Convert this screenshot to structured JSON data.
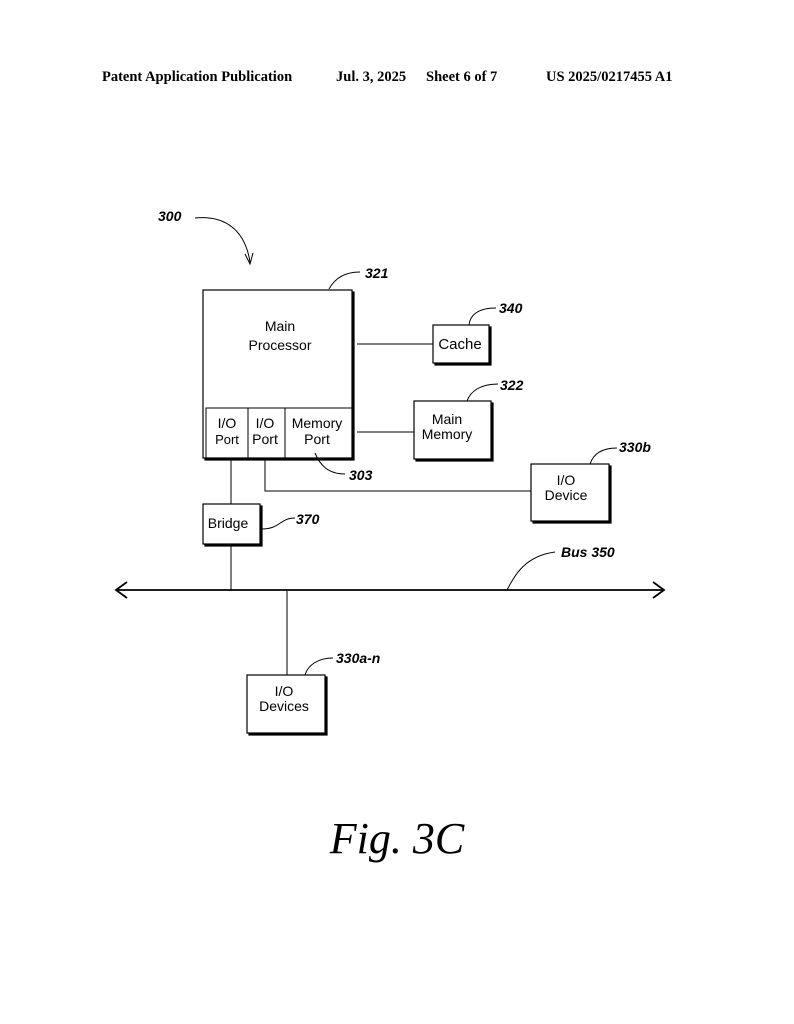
{
  "header": {
    "publication": "Patent Application Publication",
    "date": "Jul. 3, 2025",
    "sheet": "Sheet 6 of 7",
    "number": "US 2025/0217455 A1"
  },
  "diagram": {
    "system_ref": "300",
    "main_processor": {
      "ref": "321",
      "line1": "Main",
      "line2": "Processor"
    },
    "io_port_1": {
      "line1": "I/O",
      "line2": "Port"
    },
    "io_port_2": {
      "line1": "I/O",
      "line2": "Port"
    },
    "memory_port": {
      "ref": "303",
      "line1": "Memory",
      "line2": "Port"
    },
    "cache": {
      "ref": "340",
      "label": "Cache"
    },
    "main_memory": {
      "ref": "322",
      "line1": "Main",
      "line2": "Memory"
    },
    "io_device": {
      "ref": "330b",
      "line1": "I/O",
      "line2": "Device"
    },
    "bridge": {
      "ref": "370",
      "label": "Bridge"
    },
    "bus": {
      "label": "Bus 350"
    },
    "io_devices": {
      "ref": "330a-n",
      "line1": "I/O",
      "line2": "Devices"
    }
  },
  "figure": {
    "caption": "Fig. 3C"
  }
}
